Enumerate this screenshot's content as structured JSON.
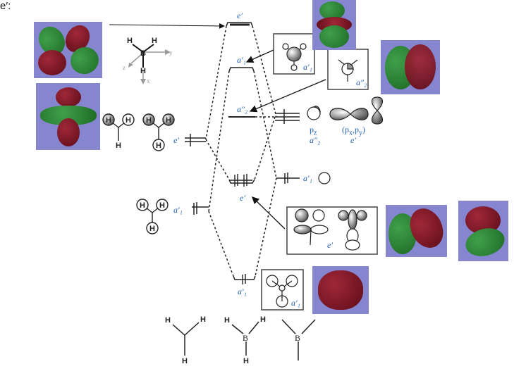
{
  "title": "e′:",
  "axes_labels": {
    "y": "y",
    "z": "z",
    "x": "x",
    "center": "B",
    "h": "H"
  },
  "mo_levels": {
    "e_prime_upper": "e′",
    "a1_upper": "a′₁",
    "a2_doubleprime": "a″₂",
    "e_prime_lower": "e′",
    "a1_lower": "a′₁"
  },
  "ligand_side": {
    "e_prime_label": "e′",
    "a1_label": "a′₁",
    "atom": "H"
  },
  "boron_side": {
    "pz_label": "p",
    "pz_sub": "z",
    "pz_sym": "a″₂",
    "pxpy_label": "(p",
    "pxpy_x": "x",
    "pxpy_sep": ",p",
    "pxpy_y": "y",
    "pxpy_close": ")",
    "pxpy_sym": "e′",
    "s_sym": "a′₁"
  },
  "boxes": {
    "a1_upper_box": "a′₁",
    "a2_box": "a″₂",
    "e_box": "e′",
    "a1_lower_box": "a′₁"
  },
  "bottom_structures": {
    "left": {
      "atoms": [
        "H",
        "H",
        "H"
      ]
    },
    "middle": {
      "center": "B",
      "atoms": [
        "H",
        "H",
        "H"
      ]
    },
    "right": {
      "center": "B"
    }
  },
  "colors": {
    "mo_background": "#8585d0",
    "lobe_red": "#7a1020",
    "lobe_green": "#1e7a2a",
    "label_blue": "#2060b0"
  }
}
